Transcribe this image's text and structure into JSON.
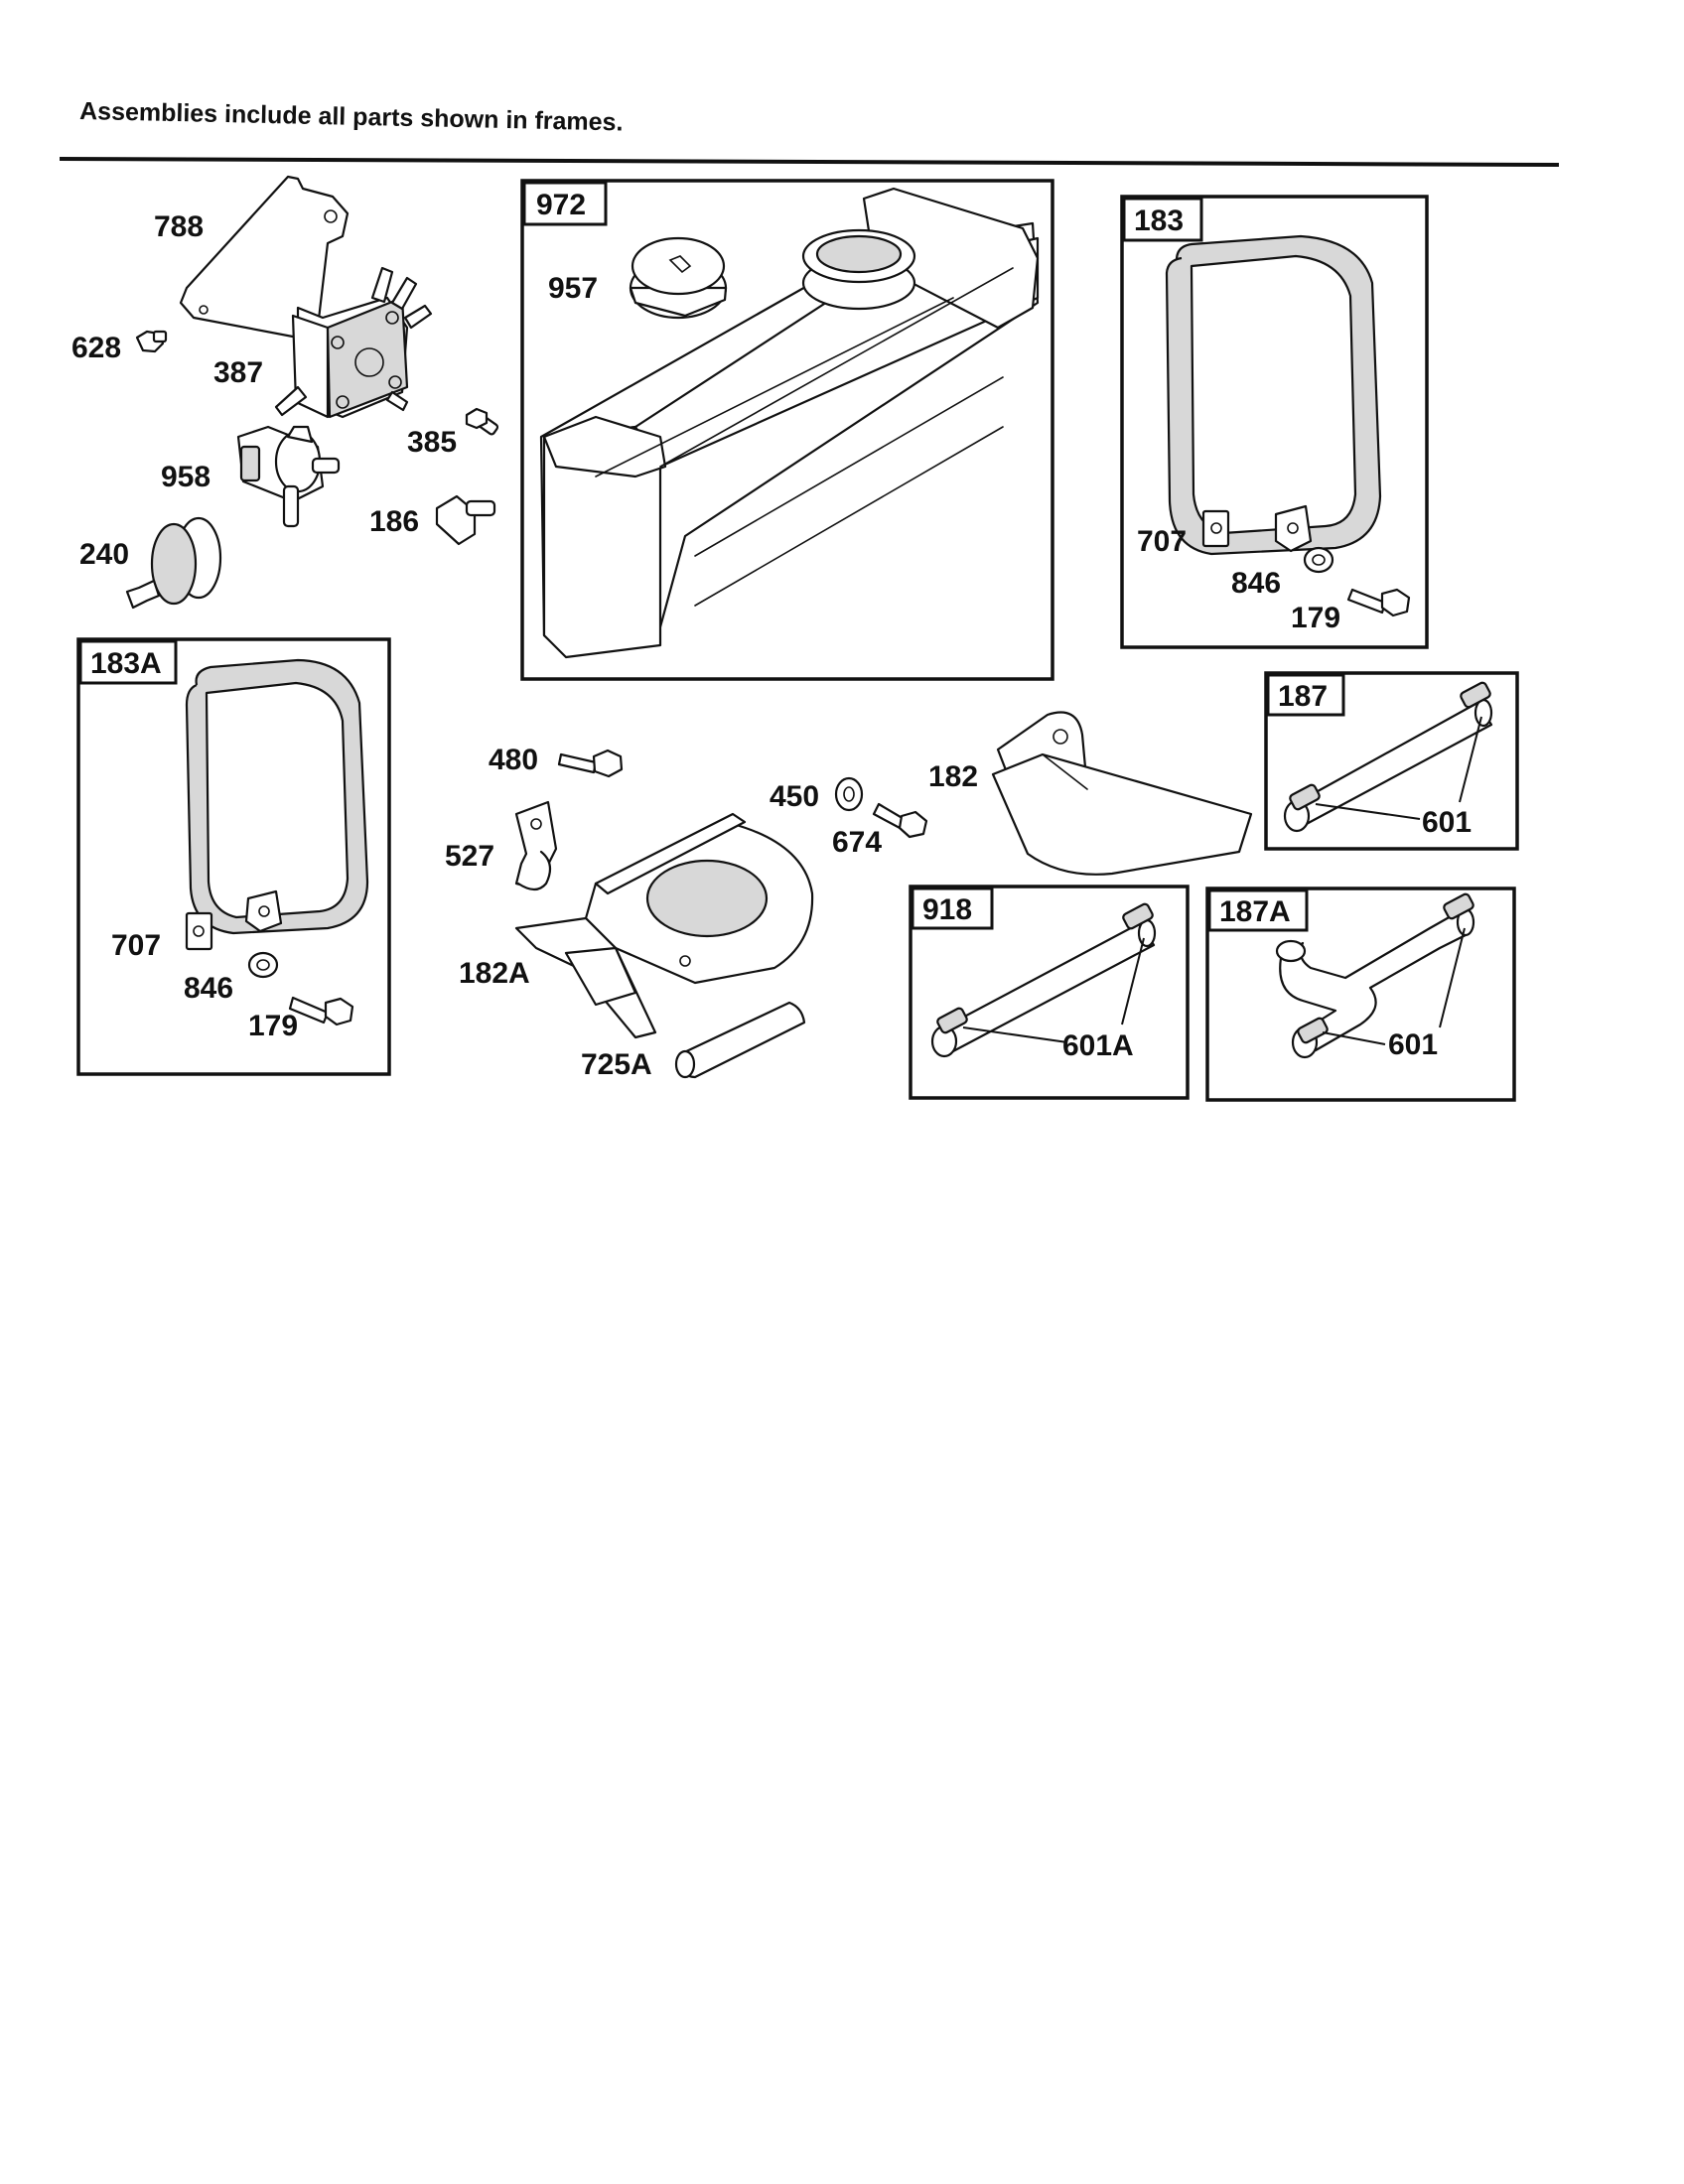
{
  "heading": "Assemblies include all parts shown in frames.",
  "frames": {
    "f972": "972",
    "f183": "183",
    "f183A": "183A",
    "f187": "187",
    "f918": "918",
    "f187A": "187A"
  },
  "callouts": {
    "c788": "788",
    "c628": "628",
    "c387": "387",
    "c385": "385",
    "c958": "958",
    "c186": "186",
    "c240": "240",
    "c957": "957",
    "c707a": "707",
    "c846a": "846",
    "c179a": "179",
    "c707b": "707",
    "c846b": "846",
    "c179b": "179",
    "c480": "480",
    "c527": "527",
    "c182A": "182A",
    "c725A": "725A",
    "c450": "450",
    "c674": "674",
    "c182": "182",
    "c601a": "601",
    "c601A": "601A",
    "c601b": "601"
  }
}
